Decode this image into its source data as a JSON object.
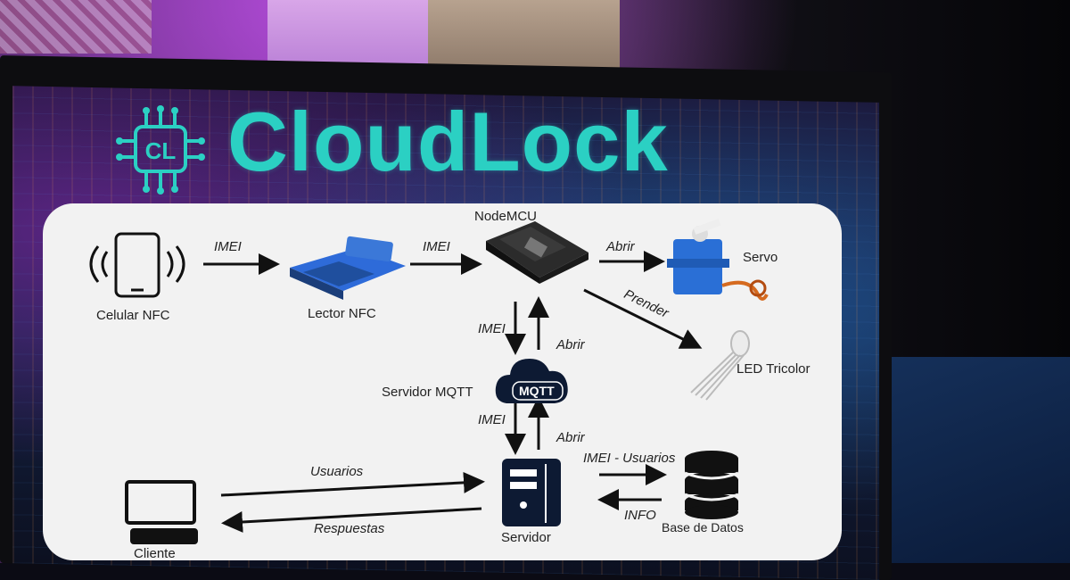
{
  "header": {
    "title": "CloudLock",
    "logo_text": "CL"
  },
  "nodes": {
    "nodemcu": "NodeMCU",
    "phone": "Celular NFC",
    "reader": "Lector NFC",
    "servo": "Servo",
    "led": "LED Tricolor",
    "mqtt_server": "Servidor MQTT",
    "mqtt_badge": "MQTT",
    "server": "Servidor",
    "database": "Base de Datos",
    "client": "Cliente"
  },
  "edges": {
    "phone_reader": "IMEI",
    "reader_mcu": "IMEI",
    "mcu_servo": "Abrir",
    "mcu_led": "Prender",
    "mcu_mqtt": "IMEI",
    "mqtt_mcu": "Abrir",
    "mqtt_server": "IMEI",
    "server_mqtt": "Abrir",
    "server_db": "IMEI - Usuarios",
    "db_server": "INFO",
    "client_server": "Usuarios",
    "server_client": "Respuestas"
  },
  "colors": {
    "accent": "#2bd0c3",
    "card": "#f2f2f2",
    "arrow": "#111111",
    "servo_blue": "#2a6fd6"
  }
}
